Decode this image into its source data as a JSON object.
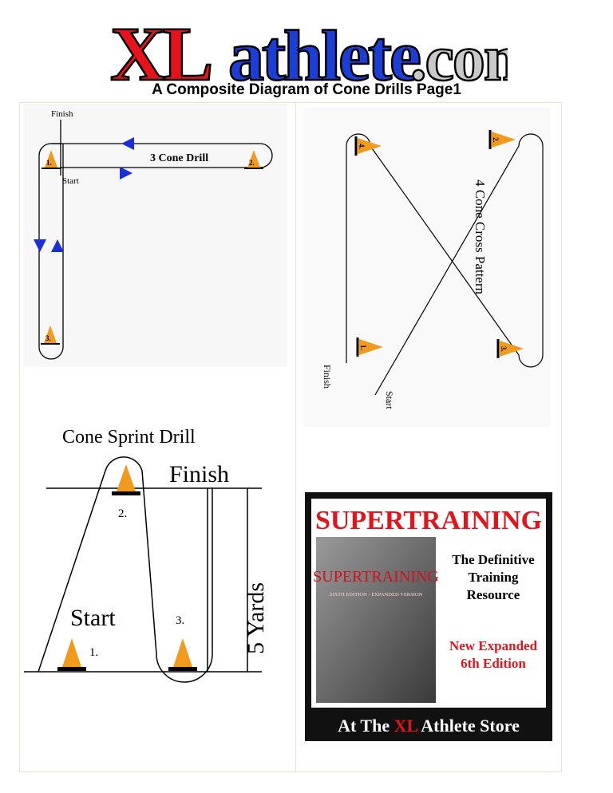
{
  "logo": {
    "red": "XL",
    "blue": "athlete",
    "suffix": ".com"
  },
  "subtitle": "A Composite Diagram of Cone Drills Page1",
  "three_cone": {
    "title": "3 Cone Drill",
    "finish": "Finish",
    "start": "Start",
    "cone1": "1.",
    "cone2": "2.",
    "cone3": "3."
  },
  "four_cone": {
    "title": "4 Cone Cross Pattern",
    "finish": "Finish",
    "start": "Start",
    "cone1": "1.",
    "cone2": "2.",
    "cone3": "3.",
    "cone4": "4."
  },
  "sprint": {
    "title": "Cone Sprint Drill",
    "finish": "Finish",
    "start": "Start",
    "distance": "5 Yards",
    "cone1": "1.",
    "cone2": "2.",
    "cone3": "3."
  },
  "ad": {
    "headline": "SUPERTRAINING",
    "tagline_1": "The Definitive",
    "tagline_2": "Training",
    "tagline_3": "Resource",
    "edition_1": "New Expanded",
    "edition_2": "6th Edition",
    "book_title": "SUPERTRAINING",
    "book_sub": "SIXTH EDITION - EXPANDED VERSION",
    "footer_pre": "At The ",
    "footer_xl": "XL",
    "footer_post": " Athlete Store"
  },
  "colors": {
    "cone": "#f29a1e",
    "arrow": "#1a2fd8",
    "logo_red": "#e8121a",
    "logo_blue": "#1b3fd6",
    "ad_red": "#e3141b"
  }
}
